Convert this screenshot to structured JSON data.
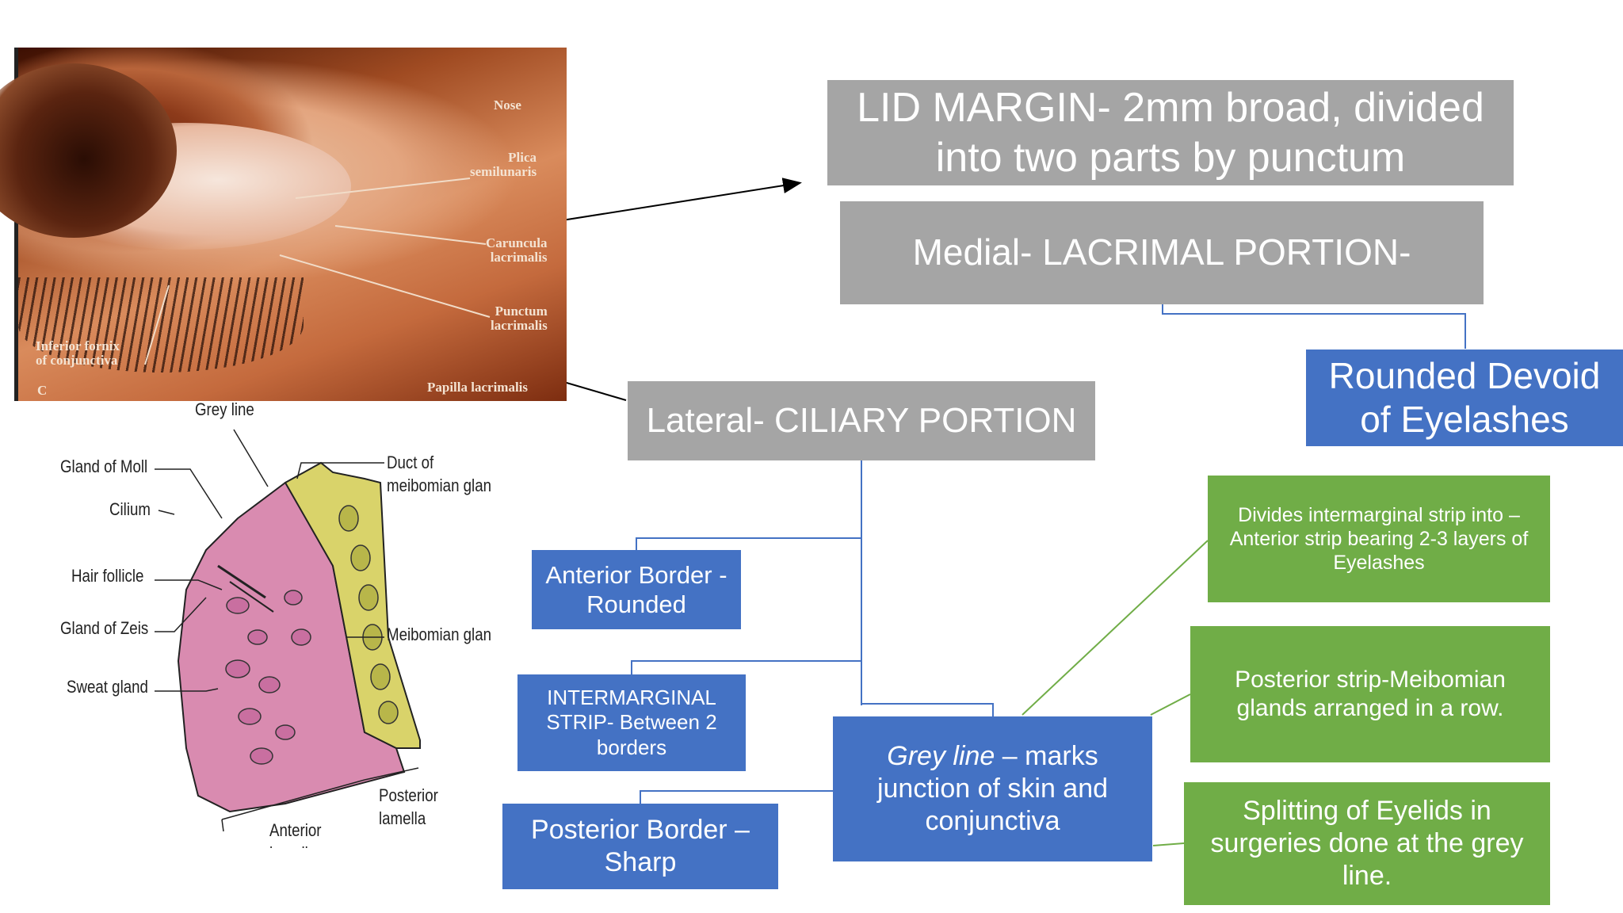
{
  "title_box": "LID MARGIN- 2mm broad, divided into two parts by punctum",
  "medial_box": "Medial- LACRIMAL PORTION-",
  "lateral_box": "Lateral- CILIARY PORTION",
  "rounded_box": "Rounded Devoid of Eyelashes",
  "anterior_border": "Anterior Border - Rounded",
  "intermarginal_strip": "INTERMARGINAL STRIP- Between 2 borders",
  "posterior_border": "Posterior Border – Sharp",
  "grey_line": {
    "italic": "Grey line",
    "rest": " – marks junction of skin and conjunctiva"
  },
  "green_boxes": {
    "divides": "Divides intermarginal strip into – Anterior strip bearing 2-3 layers of Eyelashes",
    "posterior_strip": "Posterior strip-Meibomian glands arranged in a row.",
    "splitting": "Splitting of Eyelids in surgeries done at the grey line."
  },
  "photo_labels": {
    "nose": "Nose",
    "plica": "Plica\nsemilunaris",
    "caruncula": "Caruncula\nlacrimalis",
    "punctum": "Punctum\nlacrimalis",
    "papilla": "Papilla lacrimalis",
    "fornix": "Inferior fornix\nof conjunctiva",
    "c": "C"
  },
  "diagram_labels": {
    "grey_line": "Grey line",
    "gland_moll": "Gland of Moll",
    "cilium": "Cilium",
    "hair_follicle": "Hair follicle",
    "gland_zeis": "Gland of Zeis",
    "sweat_gland": "Sweat gland",
    "duct_meibomian": "Duct of\nmeibomian glan",
    "meibomian": "Meibomian glan",
    "posterior_lamella": "Posterior\nlamella",
    "anterior_lamella": "Anterior\nlamell"
  },
  "colors": {
    "grey": "#a5a5a5",
    "blue": "#4472c4",
    "green": "#70ad47"
  }
}
